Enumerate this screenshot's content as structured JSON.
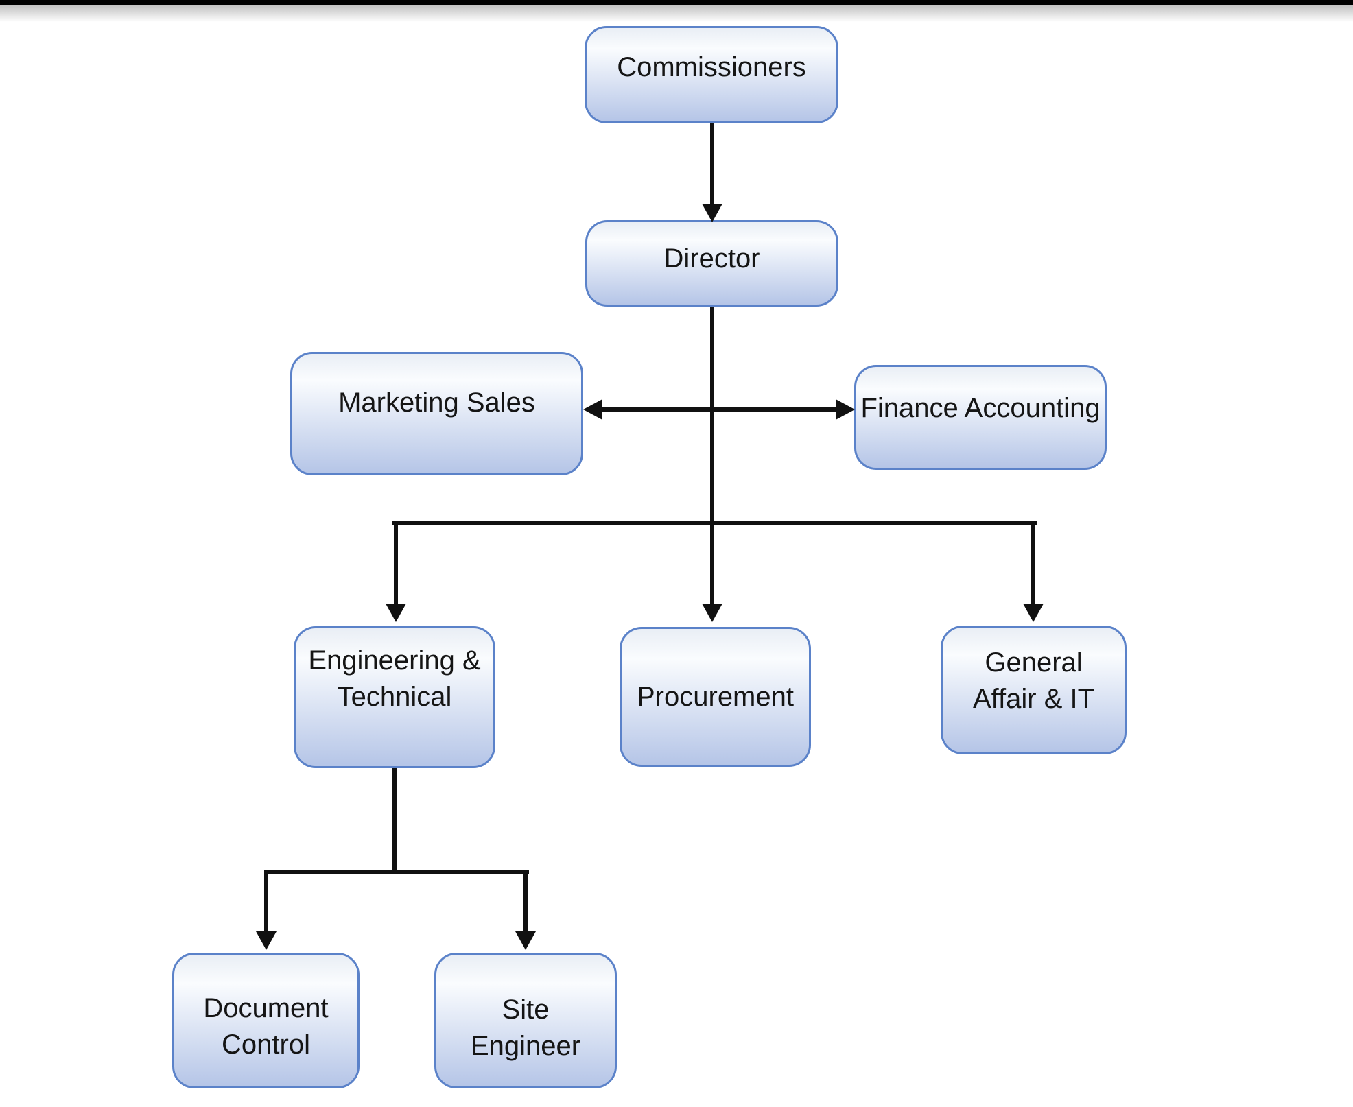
{
  "diagram": {
    "type": "org-chart",
    "nodes": [
      {
        "id": "commissioners",
        "label": "Commissioners"
      },
      {
        "id": "director",
        "label": "Director"
      },
      {
        "id": "marketing-sales",
        "label": "Marketing Sales"
      },
      {
        "id": "finance-accounting",
        "label": "Finance Accounting"
      },
      {
        "id": "engineering-technical",
        "label": "Engineering &\nTechnical"
      },
      {
        "id": "procurement",
        "label": "Procurement"
      },
      {
        "id": "general-affair-it",
        "label": "General\nAffair & IT"
      },
      {
        "id": "document-control",
        "label": "Document\nControl"
      },
      {
        "id": "site-engineer",
        "label": "Site\nEngineer"
      }
    ],
    "edges": [
      {
        "from": "commissioners",
        "to": "director",
        "style": "arrow-down"
      },
      {
        "from": "director",
        "to": "marketing-sales",
        "style": "arrow-left"
      },
      {
        "from": "director",
        "to": "finance-accounting",
        "style": "arrow-right"
      },
      {
        "from": "director",
        "to": "engineering-technical",
        "style": "arrow-down"
      },
      {
        "from": "director",
        "to": "procurement",
        "style": "arrow-down"
      },
      {
        "from": "director",
        "to": "general-affair-it",
        "style": "arrow-down"
      },
      {
        "from": "engineering-technical",
        "to": "document-control",
        "style": "arrow-down"
      },
      {
        "from": "engineering-technical",
        "to": "site-engineer",
        "style": "arrow-down"
      }
    ]
  },
  "colors": {
    "page_bg": "#ffffff",
    "top_bar": "#000000",
    "top_fade_from": "#c2c2c2",
    "node_border": "#5b82c9",
    "node_fill_top": "#e9eef5",
    "node_fill_mid": "#fafcfe",
    "node_fill_bottom": "#b5c5e7",
    "node_text": "#151515",
    "connector": "#111111"
  }
}
